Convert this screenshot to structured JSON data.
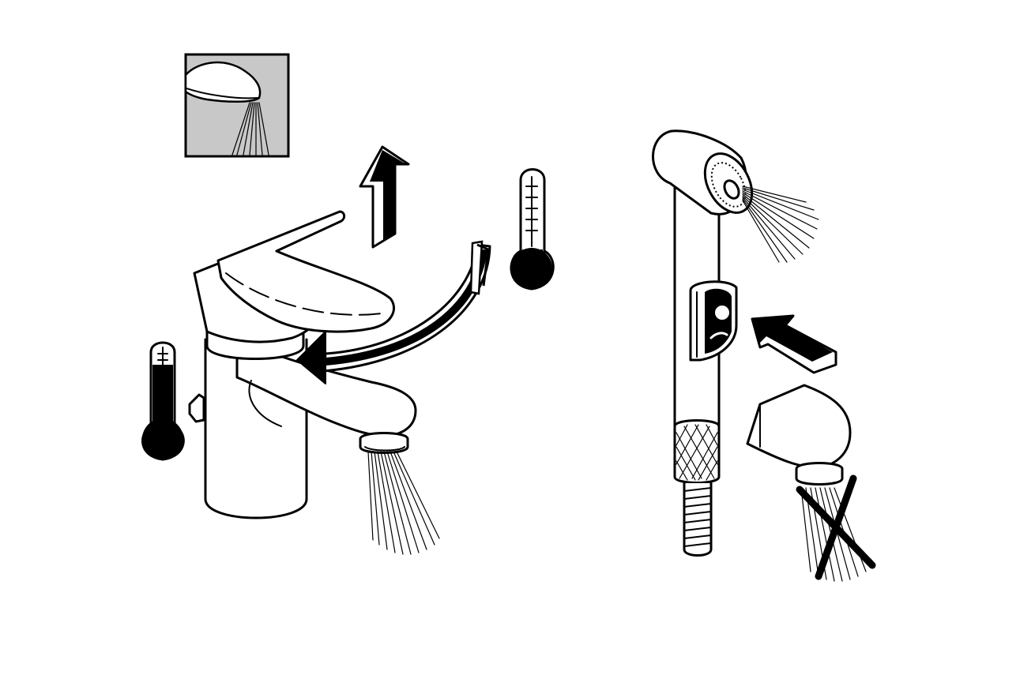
{
  "colors": {
    "line": "#000000",
    "background": "#ffffff",
    "inset_background": "#c8c8c8"
  },
  "illustrations": [
    "single-lever-basin-mixer",
    "hand-shower-with-push-button",
    "spout-flow-stopped"
  ]
}
